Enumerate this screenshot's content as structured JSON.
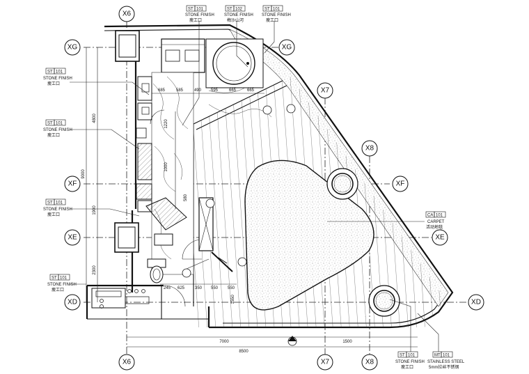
{
  "grid_labels": {
    "x6_top": "X6",
    "xg_left": "XG",
    "xg_right": "XG",
    "x7_right": "X7",
    "x8_right": "X8",
    "xf_left": "XF",
    "xf_right": "XF",
    "xe_left": "XE",
    "xe_right": "XE",
    "xd_left": "XD",
    "xd_right": "XD",
    "x6_bottom": "X6",
    "x7_bottom": "X7",
    "x8_bottom": "X8"
  },
  "material_tags": {
    "top_1": {
      "code": "ST",
      "num": "101",
      "name": "STONE FINISH",
      "note": "瘦工口"
    },
    "top_2": {
      "code": "ST",
      "num": "102",
      "name": "STONE FINISH",
      "note": "梅沙山河"
    },
    "top_3": {
      "code": "ST",
      "num": "101",
      "name": "STONE FINISH",
      "note": "瘦工口"
    },
    "left_1": {
      "code": "ST",
      "num": "101",
      "name": "STONE FINISH",
      "note": "瘦工口"
    },
    "left_2": {
      "code": "ST",
      "num": "101",
      "name": "STONE FINISH",
      "note": "瘦工口"
    },
    "left_3": {
      "code": "ST",
      "num": "101",
      "name": "STONE FINISH",
      "note": "瘦工口"
    },
    "left_4": {
      "code": "ST",
      "num": "101",
      "name": "STONE FINISH",
      "note": "瘦工口"
    },
    "right_1": {
      "code": "CA",
      "num": "101",
      "name": "CARPET",
      "note": "活动地毯"
    },
    "bottom_1": {
      "code": "ST",
      "num": "101",
      "name": "STONE FINISH",
      "note": "瘦工口"
    },
    "bottom_2": {
      "code": "MT",
      "num": "101",
      "name": "STAINLESS STEEL",
      "note": "5mm拉丝不锈钢"
    }
  },
  "dimensions": {
    "top_1": "685",
    "top_2": "585",
    "top_3": "490",
    "top_4": "595",
    "top_5": "665",
    "top_6": "665",
    "left_total": "9000",
    "left_1": "4800",
    "left_2": "1900",
    "left_3": "2300",
    "mid_1": "1220",
    "mid_2": "1000",
    "mid_3": "580",
    "low_1": "245",
    "low_2": "625",
    "low_3": "350",
    "low_4": "550",
    "low_5": "550",
    "low_6": "1550",
    "bottom_1": "7000",
    "bottom_2": "1500",
    "bottom_total": "8500"
  }
}
